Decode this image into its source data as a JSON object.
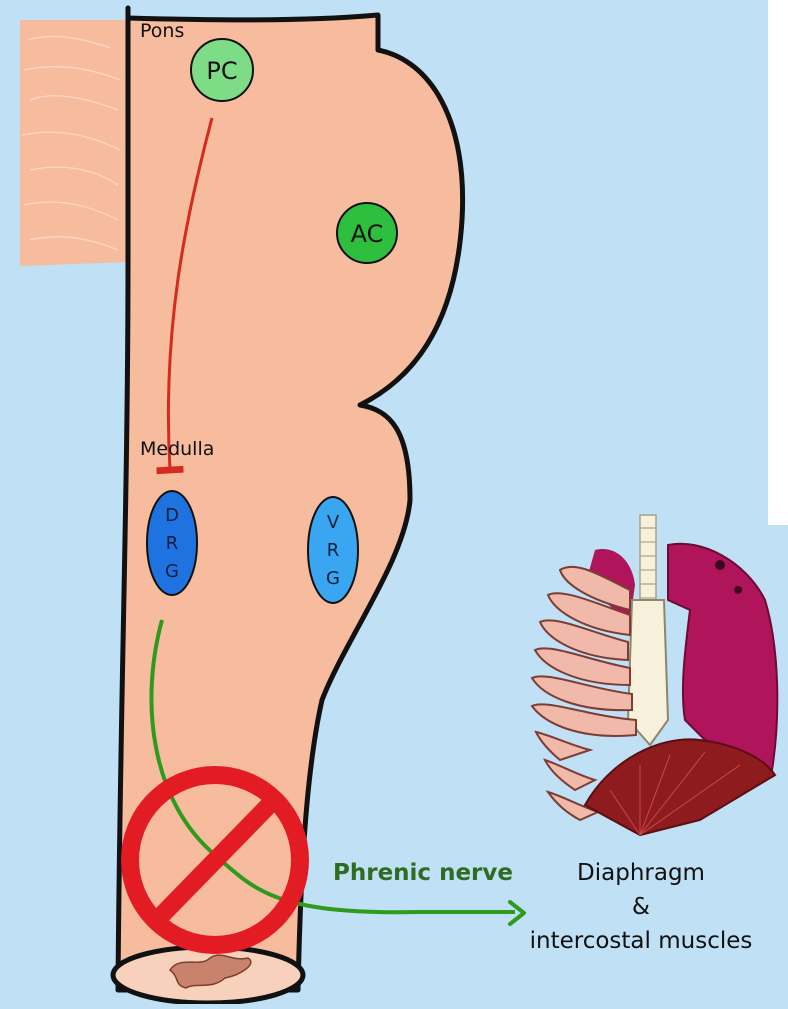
{
  "labels": {
    "pons": "Pons",
    "medulla": "Medulla",
    "phrenic_nerve": "Phrenic nerve",
    "effector_line1": "Diaphragm",
    "effector_line2": "&",
    "effector_line3": "intercostal muscles"
  },
  "nuclei": {
    "pc": "PC",
    "ac": "AC",
    "drg": [
      "D",
      "R",
      "G"
    ],
    "vrg": [
      "V",
      "R",
      "G"
    ]
  },
  "colors": {
    "background": "#bfe0f5",
    "brainstem": "#f7bb9e",
    "outline": "#111111",
    "pc_fill": "#7ddc85",
    "ac_fill": "#2fbf3f",
    "drg_fill": "#1f73e0",
    "vrg_fill": "#3aa5f0",
    "inhibition_line": "#d62a1e",
    "nerve_line": "#2e9b1f",
    "prohibition_sign": "#e31b23",
    "lung": "#b0145a",
    "rib": "#f1b9a9",
    "diaphragm": "#8e1b1e"
  }
}
